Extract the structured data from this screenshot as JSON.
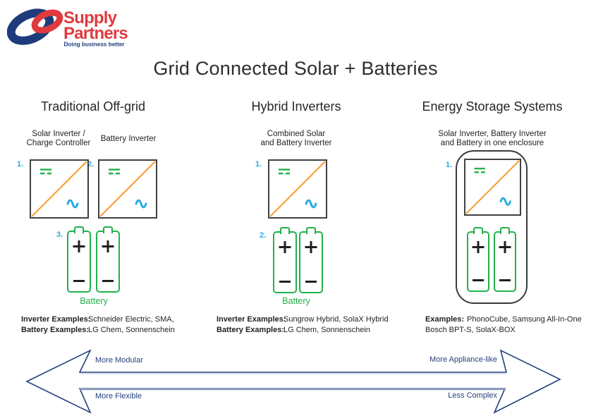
{
  "logo": {
    "name_line1": "Supply",
    "name_line2": "Partners",
    "tagline": "Doing business better",
    "brand_red": "#E03A3E",
    "brand_blue": "#1E3C7B"
  },
  "title": "Grid Connected Solar + Batteries",
  "columns": [
    {
      "header": "Traditional Off-grid",
      "label1_line1": "Solar Inverter /",
      "label1_line2": "Charge Controller",
      "label2": "Battery Inverter",
      "step1": "1.",
      "step2": "2.",
      "step3": "3.",
      "battery_label": "Battery",
      "examples": [
        {
          "label": "Inverter Examples:",
          "value": "Schneider Electric, SMA,"
        },
        {
          "label": "Battery Examples:",
          "value": "LG Chem, Sonnenschein"
        }
      ]
    },
    {
      "header": "Hybrid Inverters",
      "label1_line1": "Combined Solar",
      "label1_line2": "and Battery Inverter",
      "step1": "1.",
      "step2": "2.",
      "battery_label": "Battery",
      "examples": [
        {
          "label": "Inverter Examples:",
          "value": "Sungrow Hybrid, SolaX Hybrid"
        },
        {
          "label": "Battery Examples:",
          "value": "LG Chem, Sonnenschein"
        }
      ]
    },
    {
      "header": "Energy Storage Systems",
      "label1_line1": "Solar Inverter, Battery Inverter",
      "label1_line2": "and Battery in one enclosure",
      "step1": "1.",
      "examples_label": "Examples:",
      "examples_value1": "PhonoCube, Samsung All-In-One",
      "examples_value2": "Bosch BPT-S, SolaX-BOX"
    }
  ],
  "arrow": {
    "top_left": "More Modular",
    "top_right": "More Appliance-like",
    "bottom_left": "More Flexible",
    "bottom_right": "Less Complex"
  },
  "colors": {
    "navy": "#24417E",
    "light_blue": "#29ABE2",
    "green": "#22B14C",
    "orange": "#F7A03B",
    "box_border": "#414042",
    "text": "#231F20"
  }
}
